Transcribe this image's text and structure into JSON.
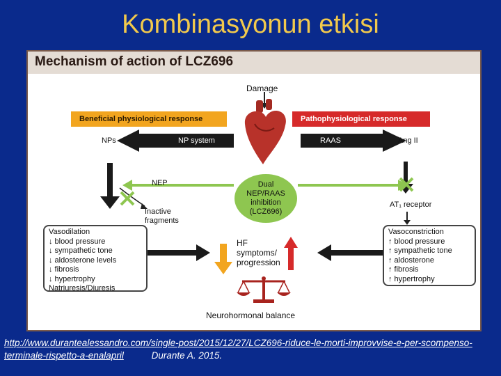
{
  "slide_title": "Kombinasyonun etkisi",
  "figure": {
    "title": "Mechanism of action of LCZ696",
    "damage": "Damage",
    "beneficial": "Beneficial physiological response",
    "pathophysiological": "Pathophysiological response",
    "nps": "NPs",
    "np_system": "NP system",
    "raas": "RAAS",
    "ang2": "Ang II",
    "nep": "NEP",
    "inactive": "Inactive",
    "fragments": "fragments",
    "dual_lines": [
      "Dual",
      "NEP/RAAS",
      "inhibition",
      "(LCZ696)"
    ],
    "at1_receptor": "AT₁ receptor",
    "left_box": {
      "header": "Vasodilation",
      "items": [
        "↓ blood pressure",
        "↓ sympathetic tone",
        "↓ aldosterone levels",
        "↓ fibrosis",
        "↓ hypertrophy"
      ],
      "footer": "Natriuresis/Diuresis"
    },
    "right_box": {
      "header": "Vasoconstriction",
      "items": [
        "↑ blood pressure",
        "↑ sympathetic tone",
        "↑ aldosterone",
        "↑ fibrosis",
        "↑ hypertrophy"
      ]
    },
    "hf_lines": [
      "HF",
      "symptoms/",
      "progression"
    ],
    "balance": "Neurohormonal balance",
    "colors": {
      "orange": "#f2a51f",
      "red": "#d62a2a",
      "green": "#8ec650",
      "heart": "#b8322a",
      "scale": "#a8231e"
    }
  },
  "citation": {
    "url": "http://www.durantealessandro.com/single-post/2015/12/27/LCZ696-riduce-le-morti-improvvise-e-per-scompenso-terminale-rispetto-a-enalapril",
    "author": "Durante A.  2015."
  }
}
